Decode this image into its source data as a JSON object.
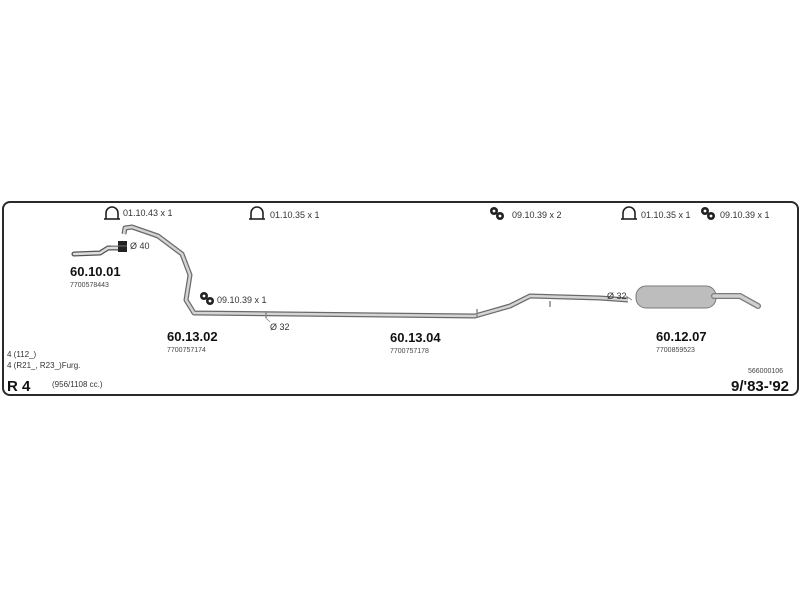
{
  "accessories": [
    {
      "code": "01.10.43 x 1",
      "icon": "clamp-icon"
    },
    {
      "code": "01.10.35 x 1",
      "icon": "clamp-icon"
    },
    {
      "code": "09.10.39 x 2",
      "icon": "rubber-mount-icon"
    },
    {
      "code": "01.10.35 x 1",
      "icon": "clamp-icon"
    },
    {
      "code": "09.10.39 x 1",
      "icon": "rubber-mount-icon"
    },
    {
      "code": "09.10.39 x 1",
      "icon": "rubber-mount-icon"
    }
  ],
  "parts": [
    {
      "number": "60.10.01",
      "ref": "7700578443"
    },
    {
      "number": "60.13.02",
      "ref": "7700757174"
    },
    {
      "number": "60.13.04",
      "ref": "7700757178"
    },
    {
      "number": "60.12.07",
      "ref": "7700859523"
    }
  ],
  "diameters": [
    "Ø 40",
    "Ø 32",
    "Ø 32"
  ],
  "vehicle": {
    "variant_1": "4 (112_)",
    "variant_2": "4 (R21_, R23_)Furg.",
    "model": "R 4",
    "engine": "(956/1108 cc.)",
    "years": "9/'83-'92",
    "set_number": "566000106"
  },
  "colors": {
    "frame": "#2a2a2a",
    "pipe_outline": "#6a6a6a",
    "pipe_fill": "#d4d4d4",
    "muffler": "#bdbdbd"
  }
}
